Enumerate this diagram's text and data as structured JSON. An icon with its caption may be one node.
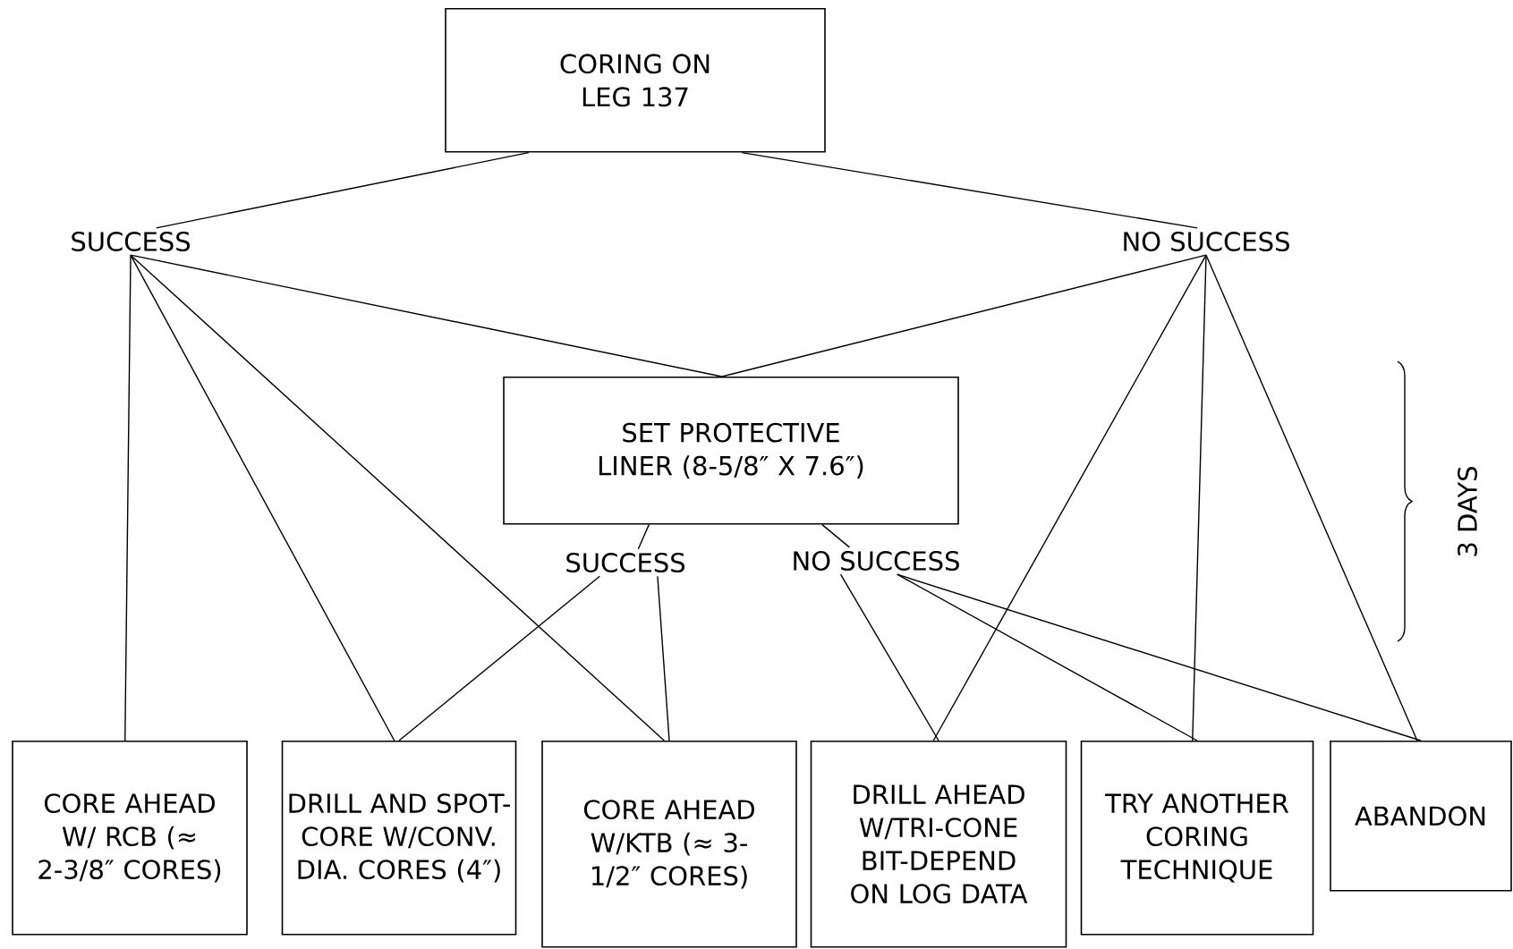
{
  "diagram": {
    "nodes": [
      {
        "text": [
          "CORING ON LEG 137"
        ]
      },
      {
        "text": [
          "SUCCESS"
        ]
      },
      {
        "text": [
          "NO SUCCESS"
        ]
      },
      {
        "text": [
          "SET PROTECTIVE LINER (8-5/8″ X 7.6″)"
        ]
      },
      {
        "text": [
          "SUCCESS"
        ]
      },
      {
        "text": [
          "NO SUCCESS"
        ]
      },
      {
        "text": [
          "CORE AHEAD W/ RCB (≈ 2-3/8″ CORES)"
        ]
      },
      {
        "text": [
          "DRILL AND SPOT-CORE W/CONV. DIA. CORES (4″)"
        ]
      },
      {
        "text": [
          "CORE AHEAD W/KTB (≈ 3-1/2″ CORES)"
        ]
      },
      {
        "text": [
          "DRILL AHEAD W/TRI-CONE BIT-DEPEND ON LOG DATA"
        ]
      },
      {
        "text": [
          "TRY ANOTHER CORING TECHNIQUE"
        ]
      },
      {
        "text": [
          "ABANDON"
        ]
      }
    ],
    "edges": [
      {
        "from": 0,
        "to": 1,
        "arrow": "none"
      },
      {
        "from": 0,
        "to": 2,
        "arrow": "none"
      },
      {
        "from": 1,
        "to": 3,
        "arrow": "none"
      },
      {
        "from": 2,
        "to": 3,
        "arrow": "none"
      },
      {
        "from": 1,
        "to": 6,
        "arrow": "none"
      },
      {
        "from": 1,
        "to": 7,
        "arrow": "none"
      },
      {
        "from": 1,
        "to": 8,
        "arrow": "none"
      },
      {
        "from": 2,
        "to": 9,
        "arrow": "none"
      },
      {
        "from": 2,
        "to": 10,
        "arrow": "none"
      },
      {
        "from": 2,
        "to": 11,
        "arrow": "none"
      },
      {
        "from": 3,
        "to": 4,
        "arrow": "none"
      },
      {
        "from": 3,
        "to": 5,
        "arrow": "none"
      },
      {
        "from": 4,
        "to": 7,
        "arrow": "none"
      },
      {
        "from": 4,
        "to": 8,
        "arrow": "none"
      },
      {
        "from": 5,
        "to": 9,
        "arrow": "none"
      },
      {
        "from": 5,
        "to": 10,
        "arrow": "none"
      },
      {
        "from": 5,
        "to": 11,
        "arrow": "none"
      }
    ],
    "labels": [
      "3 DAYS"
    ]
  }
}
